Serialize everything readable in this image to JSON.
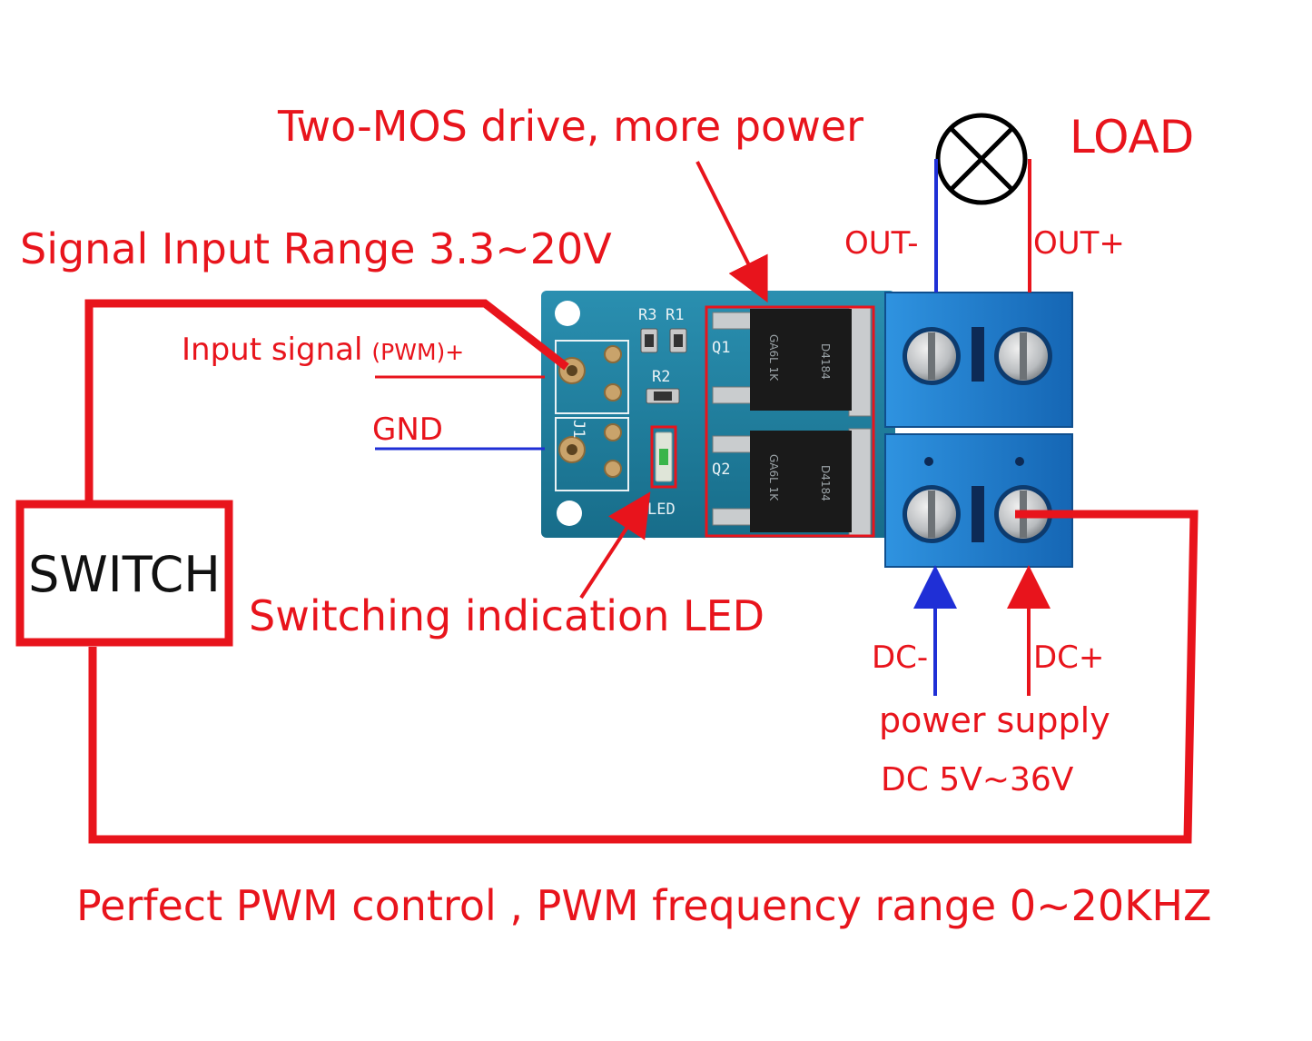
{
  "labels": {
    "mos_drive": "Two-MOS drive, more power",
    "load": "LOAD",
    "out_minus": "OUT-",
    "out_plus": "OUT+",
    "signal_range": "Signal Input Range  3.3~20V",
    "input_signal": "Input signal",
    "pwm_suffix": "(PWM)+",
    "gnd": "GND",
    "switch": "SWITCH",
    "led_caption": "Switching indication LED",
    "dc_minus": "DC-",
    "dc_plus": "DC+",
    "power_supply": "power supply",
    "dc_range": "DC 5V~36V",
    "footer": "Perfect PWM control , PWM frequency range 0~20KHZ"
  },
  "board_silkscreen": {
    "r3": "R3",
    "r1": "R1",
    "r2": "R2",
    "q1": "Q1",
    "q2": "Q2",
    "j1": "J1",
    "led": "LED",
    "chip1_text": "D4184",
    "chip2_text": "D4184",
    "chip1_sub": "GA6L 1K",
    "chip2_sub": "GA6L 1K"
  },
  "colors": {
    "annotation_red": "#e8141c",
    "wire_blue": "#1f2fd6",
    "pcb_blue": "#1d7f9e",
    "terminal_blue": "#1e7fd0",
    "background": "#ffffff"
  },
  "icons": {
    "load_symbol": "lamp-icon"
  }
}
